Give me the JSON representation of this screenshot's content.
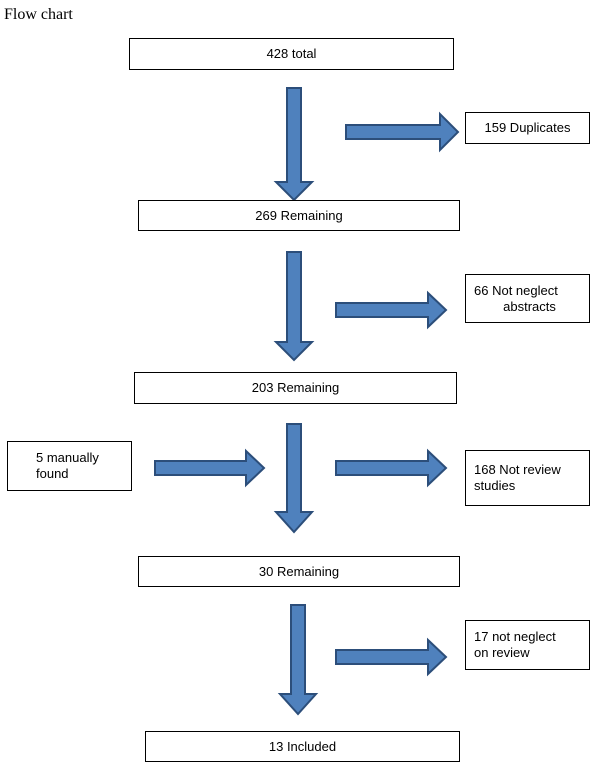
{
  "heading": "Flow chart",
  "main_steps": [
    "428 total",
    "269 Remaining",
    "203 Remaining",
    "30 Remaining",
    "13 Included"
  ],
  "exclusions": [
    [
      "159 Duplicates"
    ],
    [
      "66 Not neglect",
      "abstracts"
    ],
    [
      "168 Not review",
      "studies"
    ],
    [
      "17 not neglect",
      "on review"
    ]
  ],
  "additions": [
    [
      "5 manually",
      "found"
    ]
  ],
  "colors": {
    "arrow_fill": "#4f81bd",
    "arrow_stroke": "#2c4e7a",
    "box_border": "#000000"
  }
}
